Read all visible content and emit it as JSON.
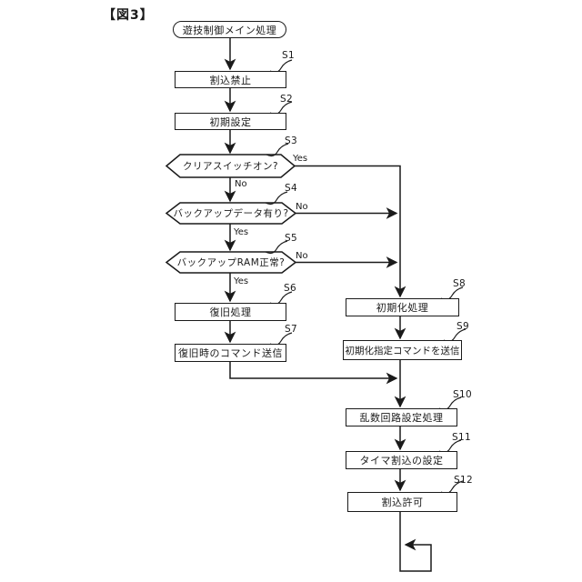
{
  "figure_label": "【図3】",
  "colors": {
    "line": "#1a1a1a",
    "background": "#ffffff"
  },
  "flowchart": {
    "start": {
      "label": "遊技制御メイン処理"
    },
    "steps": [
      {
        "id": "S1",
        "type": "process",
        "label": "割込禁止"
      },
      {
        "id": "S2",
        "type": "process",
        "label": "初期設定"
      },
      {
        "id": "S3",
        "type": "decision",
        "label": "クリアスイッチオン?",
        "yes": "Yes",
        "no": "No"
      },
      {
        "id": "S4",
        "type": "decision",
        "label": "バックアップデータ有り?",
        "yes": "Yes",
        "no": "No"
      },
      {
        "id": "S5",
        "type": "decision",
        "label": "バックアップRAM正常?",
        "yes": "Yes",
        "no": "No"
      },
      {
        "id": "S6",
        "type": "process",
        "label": "復旧処理"
      },
      {
        "id": "S7",
        "type": "process",
        "label": "復旧時のコマンド送信"
      },
      {
        "id": "S8",
        "type": "process",
        "label": "初期化処理"
      },
      {
        "id": "S9",
        "type": "process",
        "label": "初期化指定コマンドを送信"
      },
      {
        "id": "S10",
        "type": "process",
        "label": "乱数回路設定処理"
      },
      {
        "id": "S11",
        "type": "process",
        "label": "タイマ割込の設定"
      },
      {
        "id": "S12",
        "type": "process",
        "label": "割込許可"
      }
    ]
  }
}
